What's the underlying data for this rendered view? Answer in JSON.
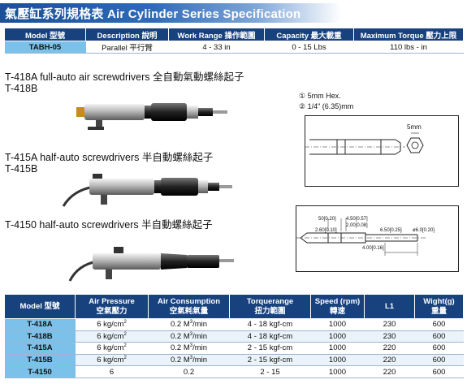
{
  "title": "氣壓缸系列規格表  Air Cylinder Series Specification",
  "spec_table": {
    "headers": [
      "Model 型號",
      "Description 說明",
      "Work Range 操作範圍",
      "Capacity 最大載重",
      "Maximum Torque 壓力上限"
    ],
    "row": [
      "TABH-05",
      "Parallel 平行臂",
      "4 - 33 in",
      "0 - 15 Lbs",
      "110 lbs - in"
    ]
  },
  "tools": [
    {
      "model_line1": "T-418A  full-auto air screwdrivers 全自動氣動螺絲起子",
      "model_line2": "T-418B"
    },
    {
      "model_line1": "T-415A  half-auto screwdrivers 半自動螺絲起子",
      "model_line2": "T-415B"
    },
    {
      "model_line1": "T-4150  half-auto screwdrivers 半自動螺絲起子",
      "model_line2": ""
    }
  ],
  "notes": {
    "note1": "① 5mm Hex.",
    "note2": "② 1/4\" (6.35)mm"
  },
  "hex_diagram": {
    "label": "5mm"
  },
  "bit_diagram": {
    "dims": [
      "50[0.20]",
      "2.60[0.10]",
      "4.50[0.57]",
      "2.00[0.08]",
      "6.50[0.25]",
      "ø6.0[0.20]",
      "4.00[0.16]"
    ]
  },
  "data_table": {
    "headers": [
      {
        "l1": "Model 型號",
        "l2": ""
      },
      {
        "l1": "Air Pressure",
        "l2": "空氣壓力"
      },
      {
        "l1": "Air Consumption",
        "l2": "空氣耗氣量"
      },
      {
        "l1": "Torquerange",
        "l2": "扭力範圍"
      },
      {
        "l1": "Speed (rpm)",
        "l2": "轉速"
      },
      {
        "l1": "L1",
        "l2": ""
      },
      {
        "l1": "Wight(g)",
        "l2": "重量"
      }
    ],
    "rows": [
      {
        "model": "T-418A",
        "pressure": "6 kg/cm",
        "pressure_sup": "2",
        "consumption": "0.2 M",
        "consumption_sup": "3",
        "consumption_unit": "/min",
        "torque": "4 - 18 kgf-cm",
        "speed": "1000",
        "l1": "230",
        "weight": "600"
      },
      {
        "model": "T-418B",
        "pressure": "6 kg/cm",
        "pressure_sup": "2",
        "consumption": "0.2 M",
        "consumption_sup": "3",
        "consumption_unit": "/min",
        "torque": "4 - 18 kgf-cm",
        "speed": "1000",
        "l1": "230",
        "weight": "600"
      },
      {
        "model": "T-415A",
        "pressure": "6 kg/cm",
        "pressure_sup": "2",
        "consumption": "0.2 M",
        "consumption_sup": "3",
        "consumption_unit": "/min",
        "torque": "2 - 15 kgf-cm",
        "speed": "1000",
        "l1": "220",
        "weight": "600"
      },
      {
        "model": "T-415B",
        "pressure": "6 kg/cm",
        "pressure_sup": "2",
        "consumption": "0.2 M",
        "consumption_sup": "3",
        "consumption_unit": "/min",
        "torque": "2 - 15 kgf-cm",
        "speed": "1000",
        "l1": "220",
        "weight": "600"
      },
      {
        "model": "T-4150",
        "pressure": "6",
        "pressure_sup": "",
        "consumption": "0.2",
        "consumption_sup": "",
        "consumption_unit": "",
        "torque": "2 - 15",
        "speed": "1000",
        "l1": "220",
        "weight": "600"
      }
    ]
  }
}
